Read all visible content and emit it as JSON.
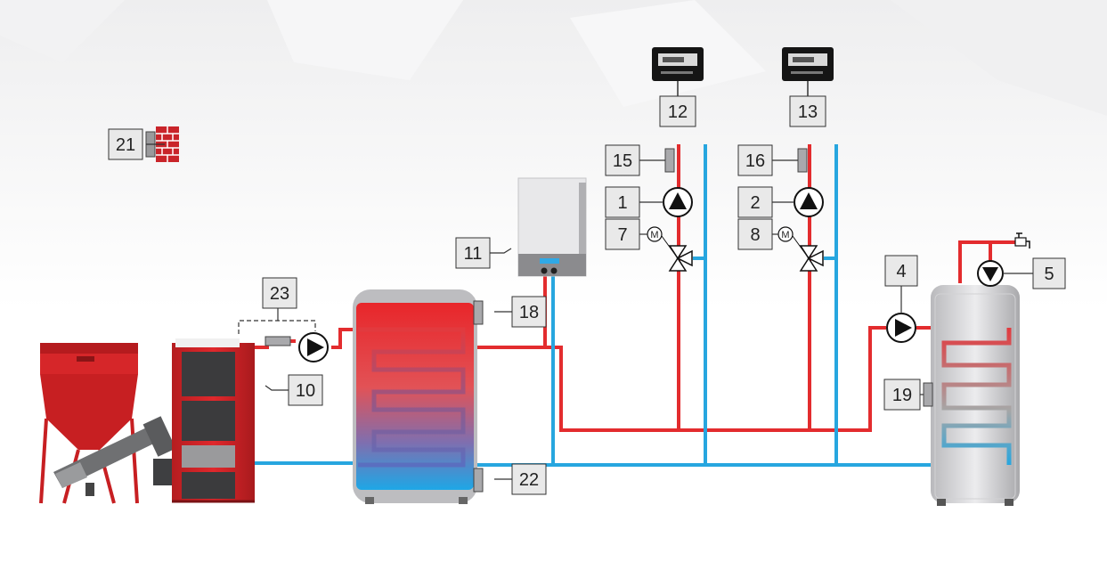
{
  "colors": {
    "hot": "#e32c2e",
    "cold": "#27a6df",
    "label_bg": "#e9e9e9",
    "label_border": "#333333",
    "boiler_red": "#d9272a",
    "tank_grey": "#cfcfd1"
  },
  "labels": {
    "n1": "1",
    "n2": "2",
    "n4": "4",
    "n5": "5",
    "n7": "7",
    "n8": "8",
    "n10": "10",
    "n11": "11",
    "n12": "12",
    "n13": "13",
    "n15": "15",
    "n16": "16",
    "n18": "18",
    "n19": "19",
    "n21": "21",
    "n22": "22",
    "n23": "23"
  },
  "valve_motor": {
    "m7": "M",
    "m8": "M"
  },
  "icons": {
    "pump": "circulation-pump-icon",
    "valve": "three-way-mixing-valve-icon",
    "thermostat": "room-thermostat-icon",
    "sensor": "temperature-sensor-icon",
    "outdoor": "outdoor-sensor-brick-wall-icon",
    "tap": "water-tap-icon"
  }
}
